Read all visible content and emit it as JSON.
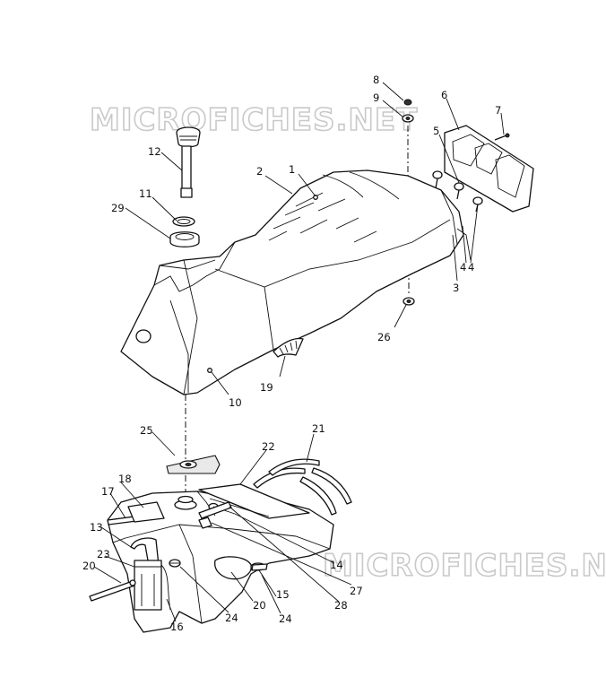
{
  "watermarks": [
    "MICROFICHES.NET",
    "MICROFICHES.NET"
  ],
  "callouts": [
    "1",
    "2",
    "3",
    "4",
    "4",
    "5",
    "6",
    "7",
    "8",
    "9",
    "10",
    "11",
    "12",
    "13",
    "14",
    "15",
    "16",
    "17",
    "18",
    "19",
    "20",
    "20",
    "21",
    "22",
    "23",
    "24",
    "24",
    "25",
    "26",
    "27",
    "28",
    "29"
  ]
}
